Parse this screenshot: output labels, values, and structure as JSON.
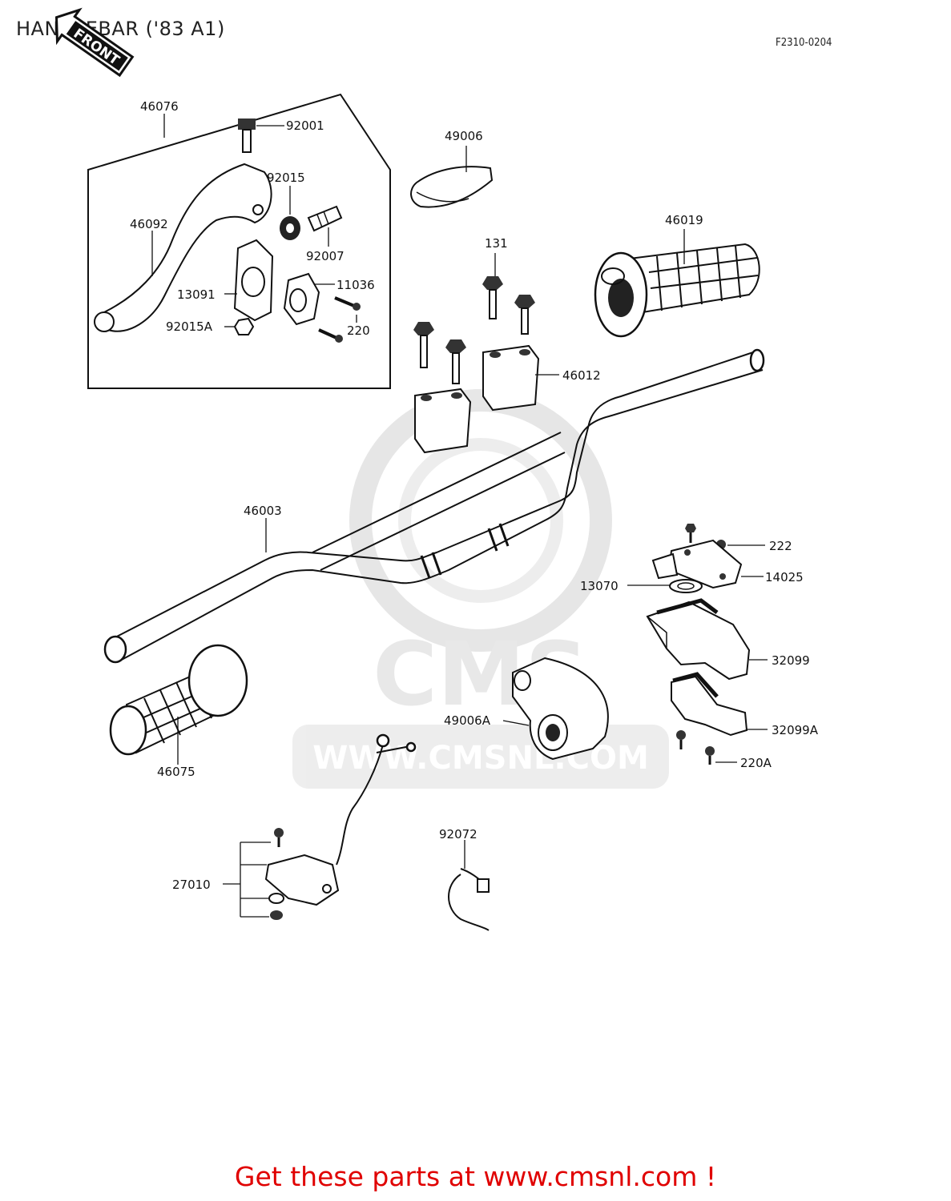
{
  "title": "HANDLEBAR ('83 A1)",
  "figure_code": "F2310-0204",
  "front_tag": "FRONT",
  "watermark": {
    "logo": "CMS",
    "url": "WWW.CMSNL.COM"
  },
  "promo": "Get these parts at www.cmsnl.com !",
  "parts": {
    "p46076": "46076",
    "p92001": "92001",
    "p92015": "92015",
    "p46092": "46092",
    "p92007": "92007",
    "p11036": "11036",
    "p13091": "13091",
    "p92015A": "92015A",
    "p220": "220",
    "p49006": "49006",
    "p131": "131",
    "p46019": "46019",
    "p46012": "46012",
    "p46003": "46003",
    "p222": "222",
    "p14025": "14025",
    "p13070": "13070",
    "p32099": "32099",
    "p49006A": "49006A",
    "p32099A": "32099A",
    "p220A": "220A",
    "p46075": "46075",
    "p92072": "92072",
    "p27010": "27010"
  }
}
